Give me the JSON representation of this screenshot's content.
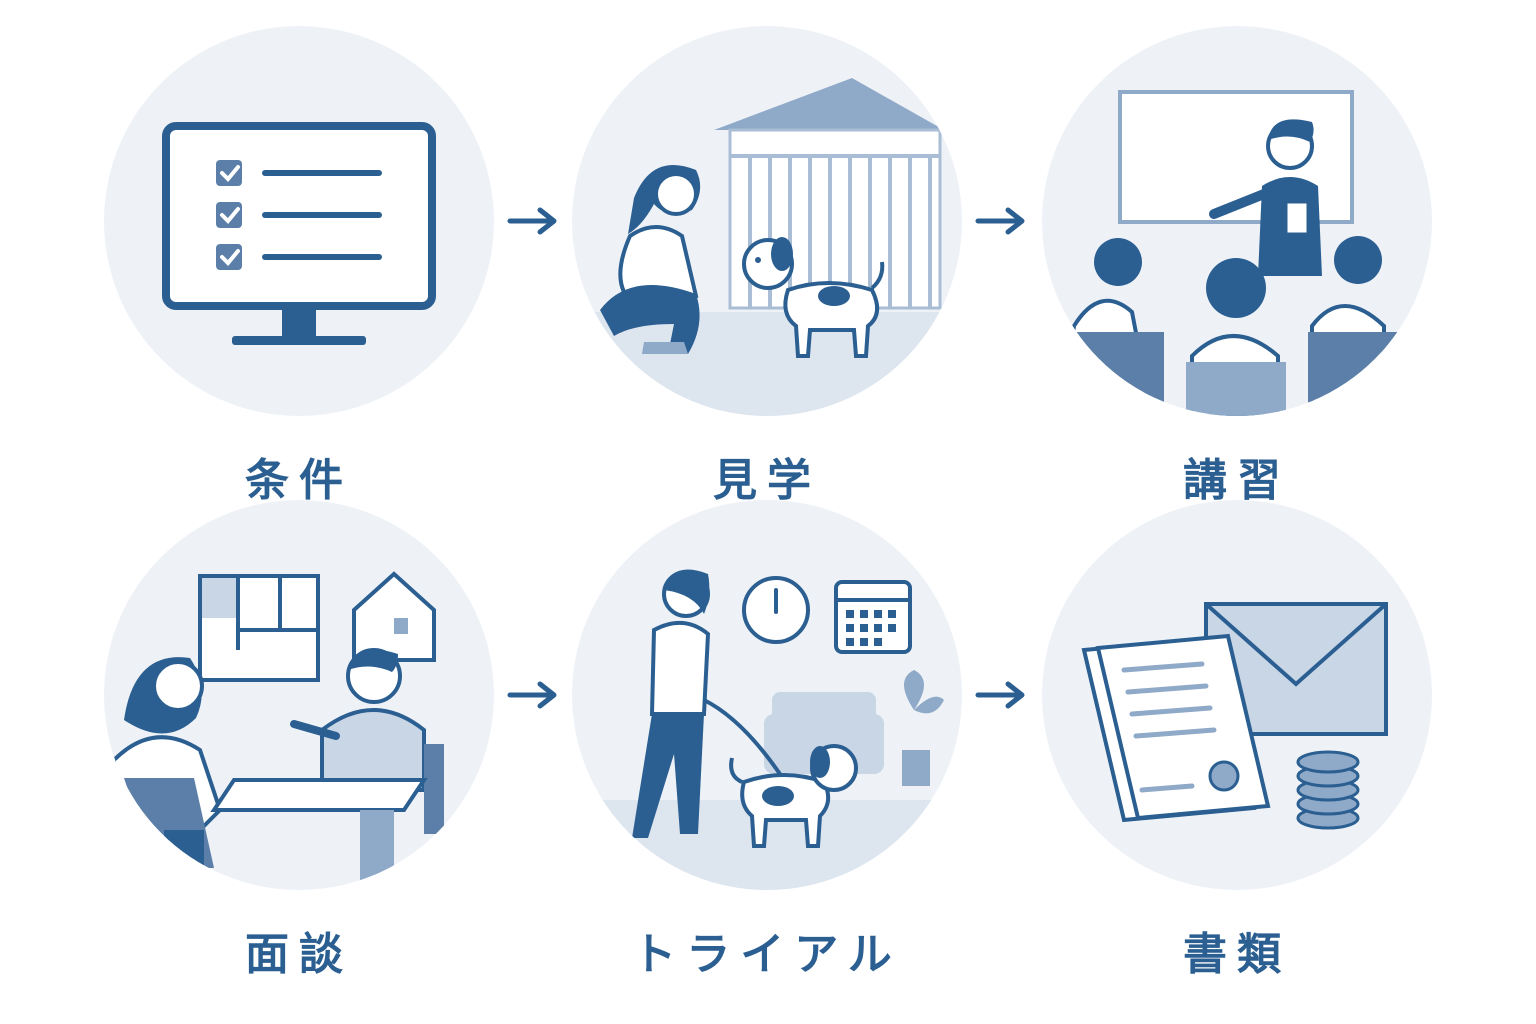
{
  "steps": [
    {
      "label": "条件",
      "icon": "checklist-monitor-icon"
    },
    {
      "label": "見学",
      "icon": "shelter-visit-icon"
    },
    {
      "label": "講習",
      "icon": "lecture-icon"
    },
    {
      "label": "面談",
      "icon": "interview-icon"
    },
    {
      "label": "トライアル",
      "icon": "trial-walk-icon"
    },
    {
      "label": "書類",
      "icon": "documents-icon"
    }
  ],
  "colors": {
    "primary": "#2b5f91",
    "light": "#eef2f7",
    "mid": "#8fa9c8",
    "pale": "#c9d6e6"
  }
}
